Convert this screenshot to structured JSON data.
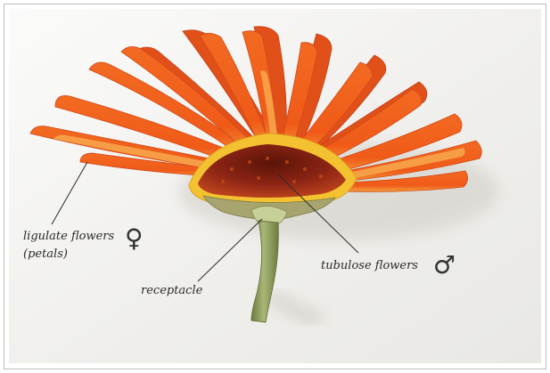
{
  "labels": {
    "ligulate_line1": "ligulate flowers",
    "ligulate_line2": "(petals)",
    "female_symbol": "♀",
    "tubulose": "tubulose flowers",
    "male_symbol": "♂",
    "receptacle": "receptacle"
  },
  "colors": {
    "petal_orange": "#f4641e",
    "petal_light": "#f8a04a",
    "flower_center": "#8c2414",
    "yellow_ring": "#f4c230",
    "stem_green": "#8a9a54",
    "background": "#f3f2ef"
  }
}
